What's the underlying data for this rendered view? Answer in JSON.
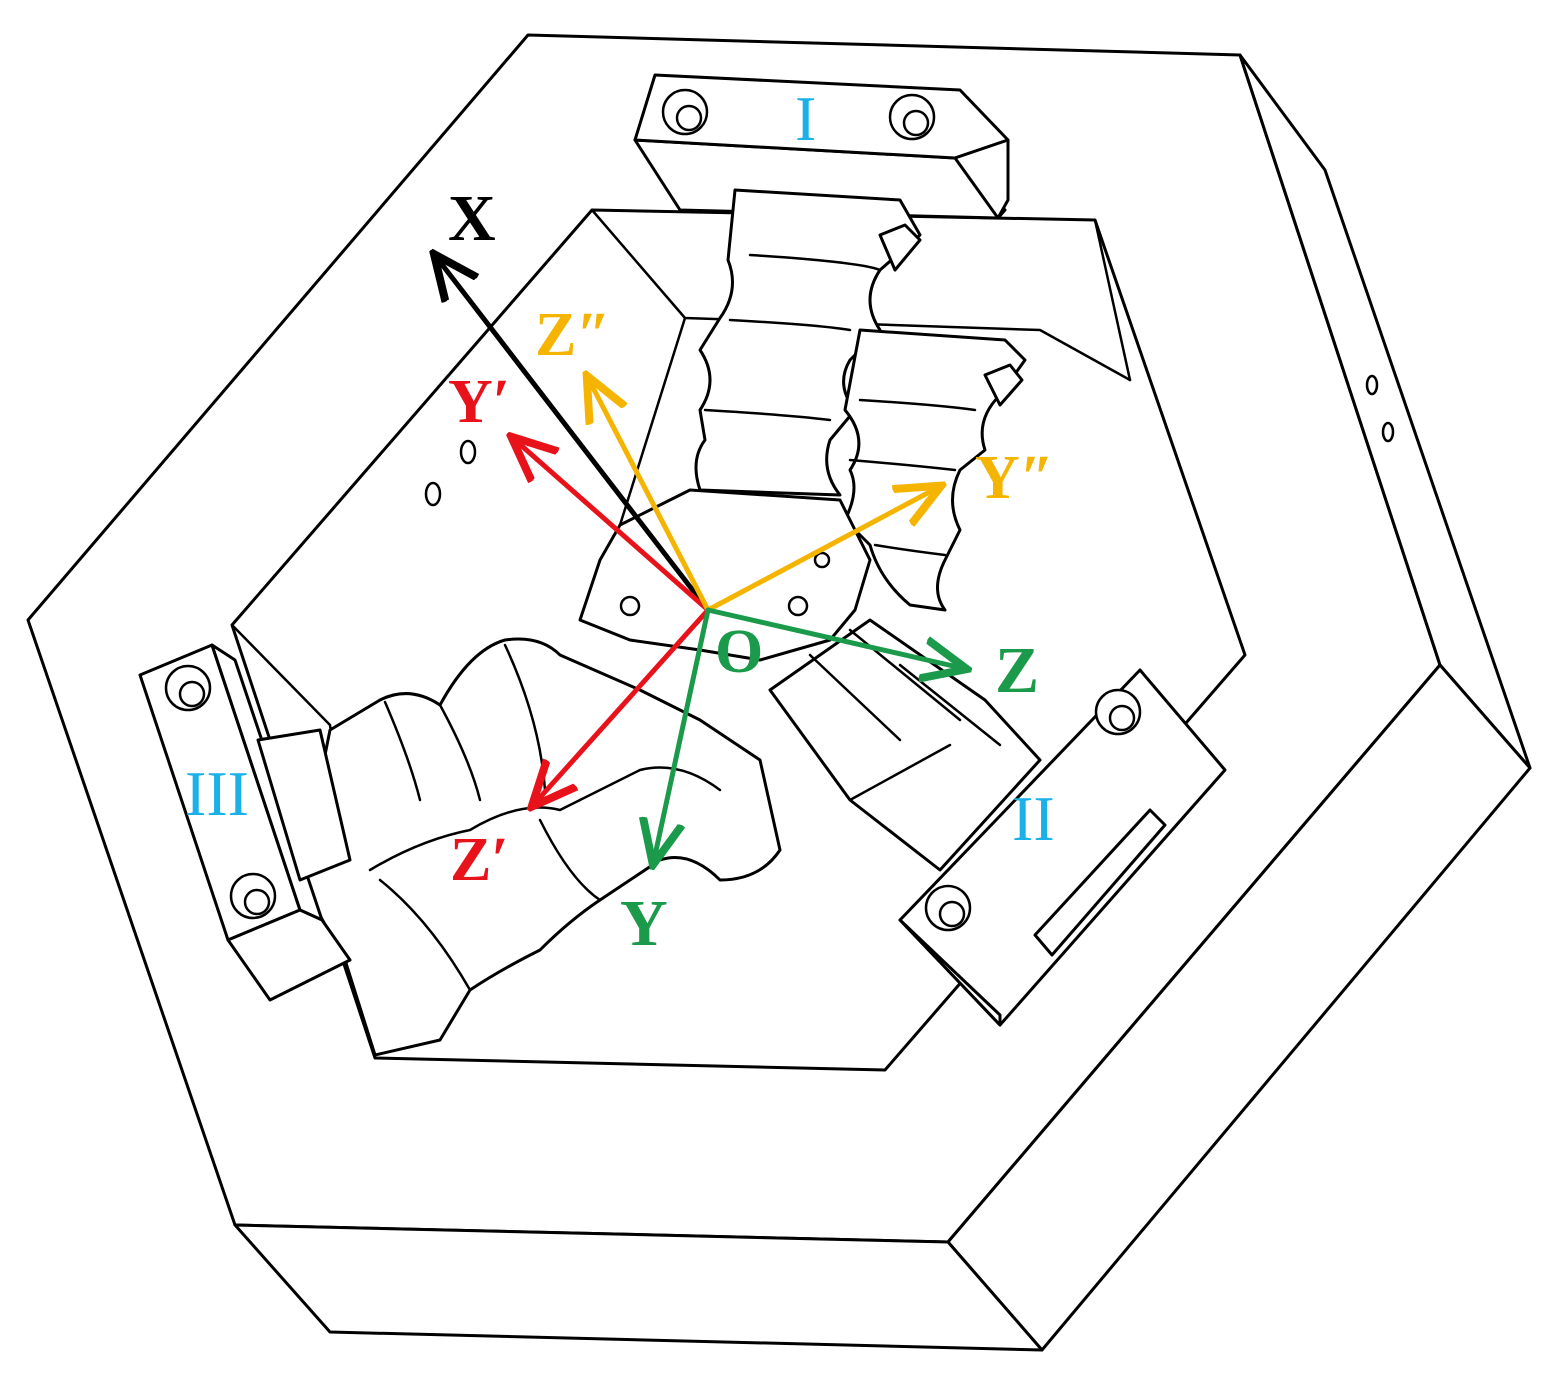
{
  "colors": {
    "black_axis": "#000000",
    "red_axis": "#e8131a",
    "orange_axis": "#f5b400",
    "green_axis": "#1a9a4a",
    "roman_labels": "#1ab0e8",
    "linework": "#000000"
  },
  "labels": {
    "x": "X",
    "origin": "O",
    "y": "Y",
    "z": "Z",
    "y_prime": "Y′",
    "z_prime": "Z′",
    "y_double_prime": "Y″",
    "z_double_prime": "Z″",
    "roman_1": "I",
    "roman_2": "II",
    "roman_3": "III"
  }
}
